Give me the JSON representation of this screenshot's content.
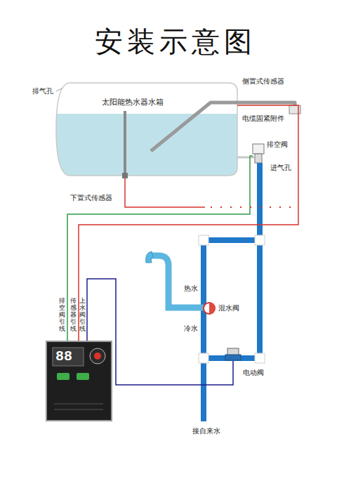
{
  "diagram": {
    "title": "安装示意图",
    "nodes": [
      {
        "text": [
          "太阳能热水器水箱"
        ]
      },
      {
        "text": [
          "混水阀"
        ]
      },
      {
        "text": [
          "电动阀"
        ]
      },
      {
        "text": [
          "88"
        ]
      }
    ],
    "edges": [
      {
        "from": 3,
        "to": 0,
        "arrow": "none"
      },
      {
        "from": 3,
        "to": 2,
        "arrow": "none"
      }
    ],
    "labels": [
      "排气孔",
      "侧置式传感器",
      "电缆固紧附件",
      "排空阀",
      "进气孔",
      "下置式传感器",
      "热水",
      "冷水",
      "接自来水",
      "排空阀引线",
      "传感器引线",
      "上水阀引线"
    ]
  }
}
